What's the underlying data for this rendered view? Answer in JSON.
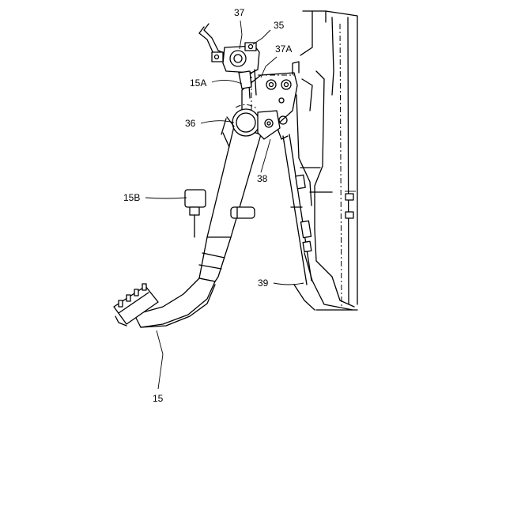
{
  "labels": {
    "ref_37": "37",
    "ref_35": "35",
    "ref_37A": "37A",
    "ref_15A": "15A",
    "ref_36": "36",
    "ref_38": "38",
    "ref_15B": "15B",
    "ref_39": "39",
    "ref_15": "15"
  }
}
